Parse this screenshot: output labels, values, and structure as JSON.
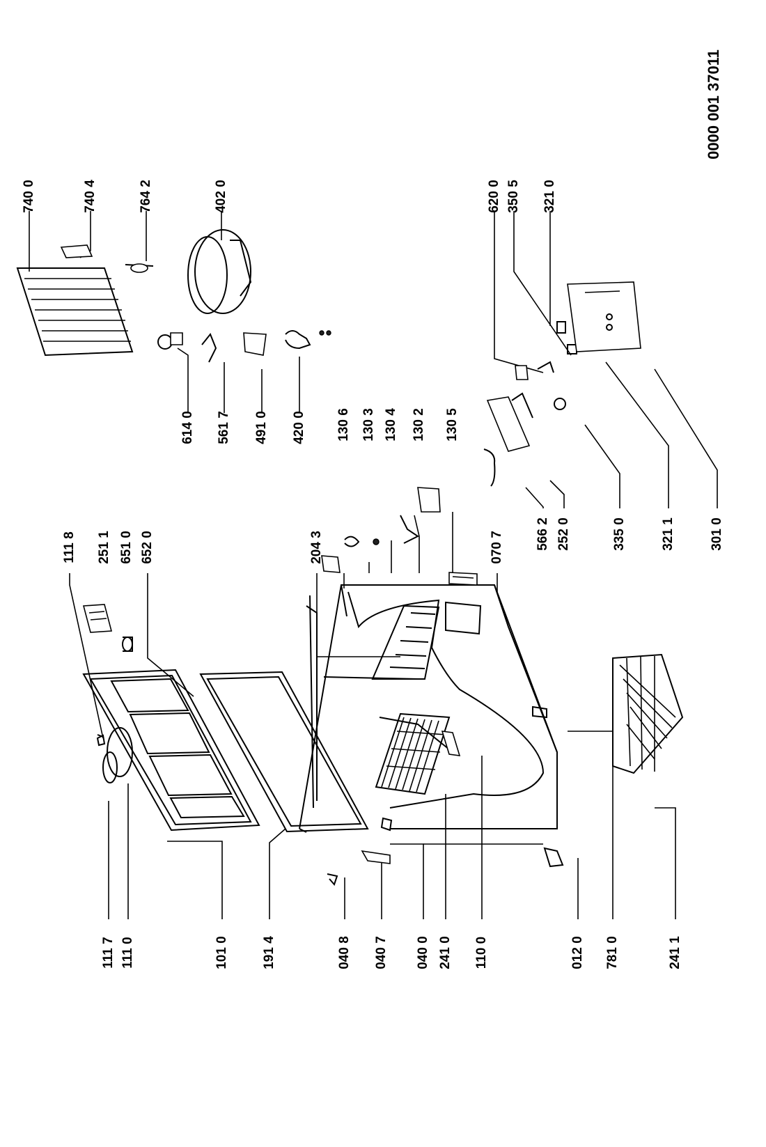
{
  "document_number": "0000 001 37011",
  "parts": [
    {
      "id": "p1117",
      "label": "111 7"
    },
    {
      "id": "p1110",
      "label": "111 0"
    },
    {
      "id": "p1010",
      "label": "101 0"
    },
    {
      "id": "p1914",
      "label": "191 4"
    },
    {
      "id": "p0408",
      "label": "040 8"
    },
    {
      "id": "p0407",
      "label": "040 7"
    },
    {
      "id": "p0400",
      "label": "040 0"
    },
    {
      "id": "p2410",
      "label": "241 0"
    },
    {
      "id": "p1100",
      "label": "110 0"
    },
    {
      "id": "p0120",
      "label": "012 0"
    },
    {
      "id": "p7810",
      "label": "781 0"
    },
    {
      "id": "p2411",
      "label": "241 1"
    },
    {
      "id": "p1118",
      "label": "111 8"
    },
    {
      "id": "p2511",
      "label": "251 1"
    },
    {
      "id": "p6510",
      "label": "651 0"
    },
    {
      "id": "p6520",
      "label": "652 0"
    },
    {
      "id": "p2043",
      "label": "204 3"
    },
    {
      "id": "p0707",
      "label": "070 7"
    },
    {
      "id": "p1306",
      "label": "130 6"
    },
    {
      "id": "p1303",
      "label": "130 3"
    },
    {
      "id": "p1304",
      "label": "130 4"
    },
    {
      "id": "p1302",
      "label": "130 2"
    },
    {
      "id": "p1305",
      "label": "130 5"
    },
    {
      "id": "p6140",
      "label": "614 0"
    },
    {
      "id": "p5617",
      "label": "561 7"
    },
    {
      "id": "p4910",
      "label": "491 0"
    },
    {
      "id": "p4200",
      "label": "420 0"
    },
    {
      "id": "p5662",
      "label": "566 2"
    },
    {
      "id": "p2520",
      "label": "252 0"
    },
    {
      "id": "p3350",
      "label": "335 0"
    },
    {
      "id": "p3211",
      "label": "321 1"
    },
    {
      "id": "p3010",
      "label": "301 0"
    },
    {
      "id": "p7400",
      "label": "740 0"
    },
    {
      "id": "p7404",
      "label": "740 4"
    },
    {
      "id": "p7642",
      "label": "764 2"
    },
    {
      "id": "p4020",
      "label": "402 0"
    },
    {
      "id": "p6200",
      "label": "620 0"
    },
    {
      "id": "p3505",
      "label": "350 5"
    },
    {
      "id": "p3210",
      "label": "321 0"
    }
  ]
}
